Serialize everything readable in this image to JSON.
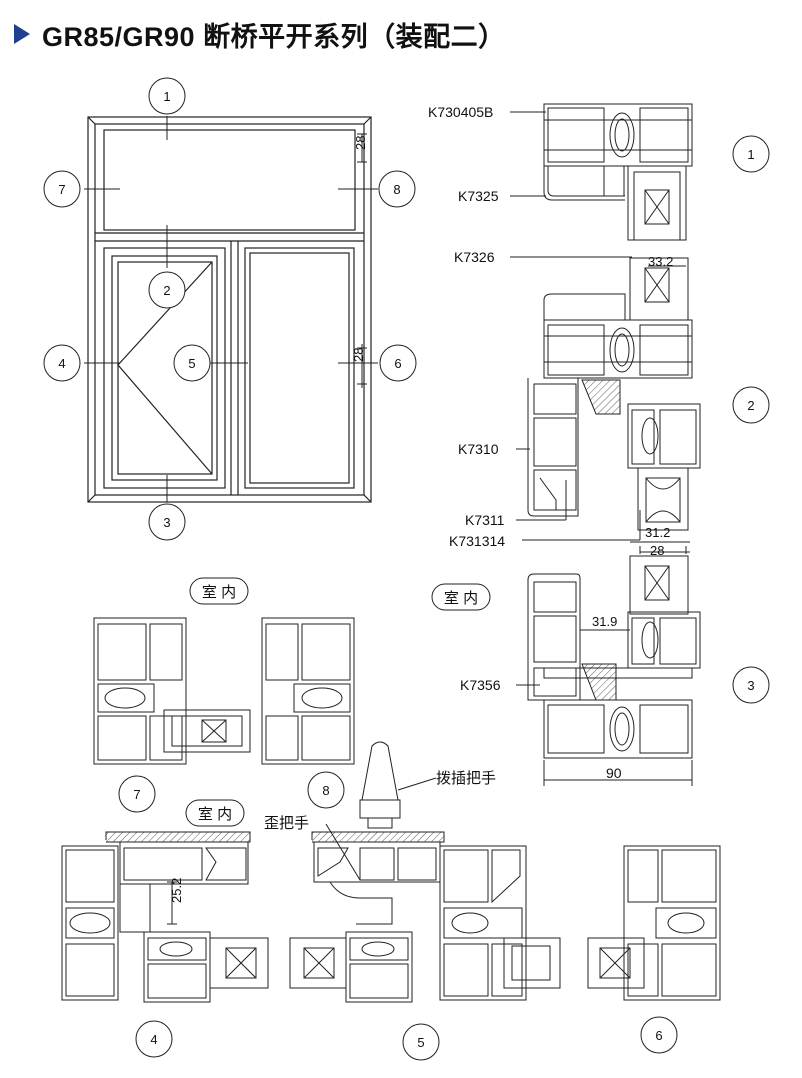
{
  "header": {
    "title": "GR85/GR90 断桥平开系列（装配二）",
    "arrow_color": "#1f3f8f"
  },
  "elevation": {
    "markers": [
      "1",
      "2",
      "3",
      "4",
      "5",
      "6",
      "7",
      "8"
    ],
    "dims": [
      "28",
      "28"
    ]
  },
  "sections": {
    "s1": {
      "marker": "1",
      "labels": [
        "K730405B",
        "K7325"
      ]
    },
    "s2": {
      "marker": "2",
      "labels": [
        "K7326",
        "K7310",
        "K7311",
        "K731314"
      ],
      "dims": [
        "33.2",
        "31.2"
      ]
    },
    "s3": {
      "marker": "3",
      "labels": [
        "K7356"
      ],
      "dims": [
        "28",
        "31.9",
        "90"
      ],
      "badge": "室 内"
    }
  },
  "bottom": {
    "badge_top": "室 内",
    "badge_mid": "室 内",
    "markers": [
      "7",
      "8",
      "4",
      "5",
      "6"
    ],
    "labels": {
      "handle_plug": "拨插把手",
      "handle_bent": "歪把手"
    },
    "dim_vertical": "25.2"
  }
}
